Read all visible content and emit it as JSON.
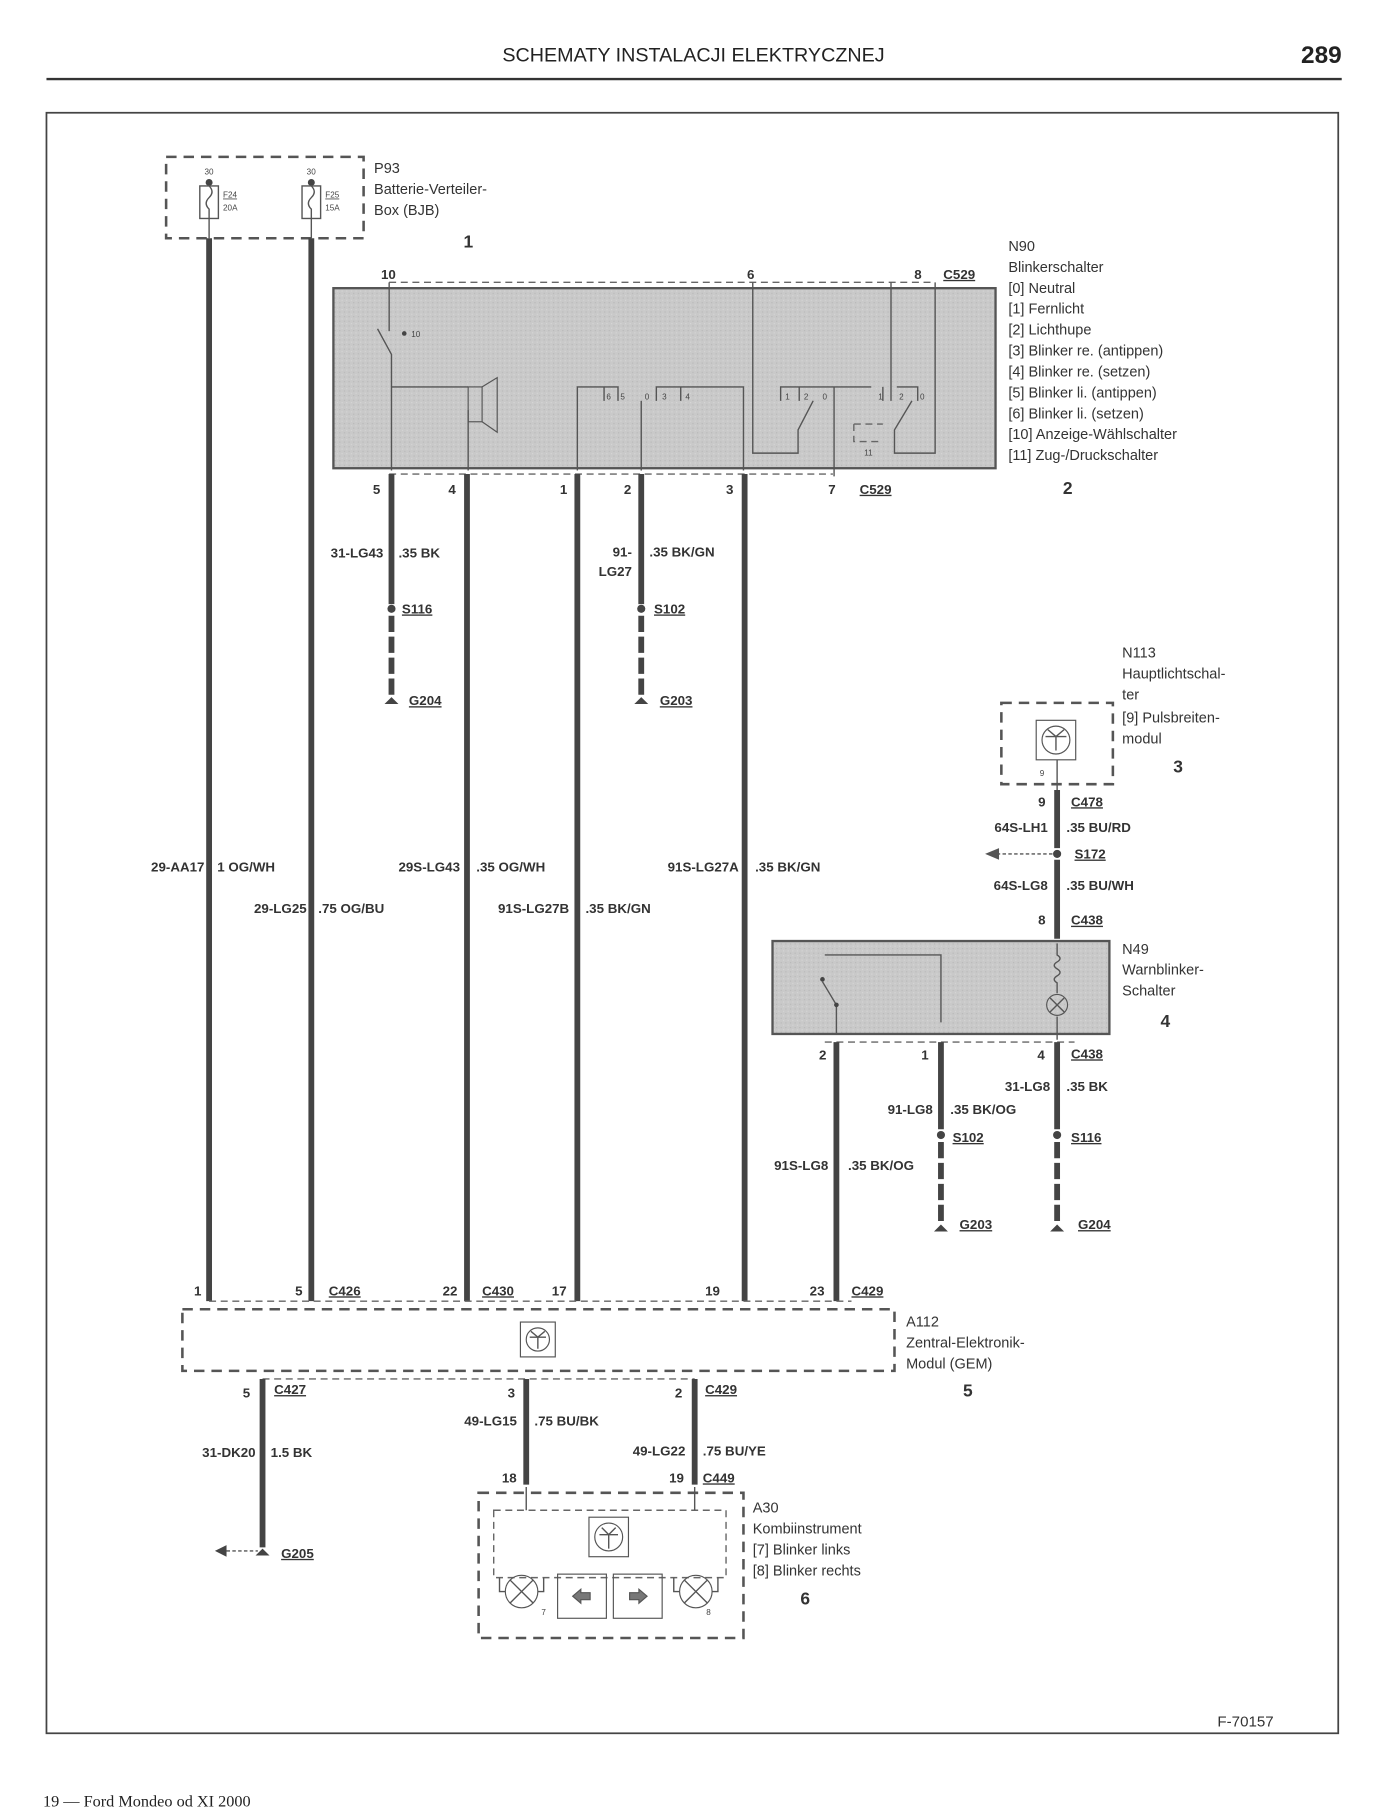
{
  "header": {
    "title": "SCHEMATY INSTALACJI ELEKTRYCZNEJ",
    "page_number": "289"
  },
  "footer": {
    "book": "19 — Ford Mondeo od XI 2000",
    "figure_code": "F-70157"
  },
  "components": {
    "p93": {
      "id": "P93",
      "name_line1": "Batterie-Verteiler-",
      "name_line2": "Box (BJB)",
      "number": "1",
      "fuse1": {
        "pin": "30",
        "name": "F24",
        "rating": "20A"
      },
      "fuse2": {
        "pin": "30",
        "name": "F25",
        "rating": "15A"
      }
    },
    "n90": {
      "id": "N90",
      "name": "Blinkerschalter",
      "number": "2",
      "connector": "C529",
      "legend": [
        "[0] Neutral",
        "[1] Fernlicht",
        "[2] Lichthupe",
        "[3] Blinker re. (antippen)",
        "[4] Blinker re. (setzen)",
        "[5] Blinker li. (antippen)",
        "[6] Blinker li. (setzen)",
        "[10] Anzeige-Wählschalter",
        "[11] Zug-/Druckschalter"
      ],
      "top_pins": [
        "10",
        "6",
        "8"
      ],
      "bottom_pins": [
        "5",
        "4",
        "1",
        "2",
        "3",
        "7"
      ],
      "internal_labels": [
        "10",
        "6",
        "5",
        "0",
        "3",
        "4",
        "1",
        "2",
        "0",
        "1",
        "2",
        "0",
        "11"
      ]
    },
    "n113": {
      "id": "N113",
      "name_line1": "Hauptlichtschal-",
      "name_line2": "ter",
      "legend1": "[9] Pulsbreiten-",
      "legend2": "modul",
      "number": "3",
      "inner_pin": "9"
    },
    "n49": {
      "id": "N49",
      "name_line1": "Warnblinker-",
      "name_line2": "Schalter",
      "number": "4",
      "bottom_pins": [
        "2",
        "1",
        "4"
      ],
      "connector": "C438"
    },
    "a112": {
      "id": "A112",
      "name_line1": "Zentral-Elektronik-",
      "name_line2": "Modul (GEM)",
      "number": "5",
      "top_pins": [
        "1",
        "5",
        "22",
        "17",
        "19",
        "23"
      ],
      "top_connectors": [
        "C426",
        "C430",
        "C429"
      ],
      "bottom_pins": [
        "5",
        "3",
        "2"
      ],
      "bottom_connectors": [
        "C427",
        "C429"
      ]
    },
    "a30": {
      "id": "A30",
      "name": "Kombiinstrument",
      "legend": [
        "[7] Blinker links",
        "[8] Blinker rechts"
      ],
      "number": "6",
      "pins": [
        "18",
        "19"
      ],
      "connector": "C449",
      "lamp_labels": [
        "7",
        "8"
      ]
    }
  },
  "wires": {
    "w1": {
      "circuit": "29-AA17",
      "spec": "1 OG/WH"
    },
    "w2": {
      "circuit": "29-LG25",
      "spec": ".75 OG/BU"
    },
    "w3": {
      "circuit": "31-LG43",
      "spec": ".35 BK",
      "splice": "S116",
      "ground": "G204"
    },
    "w4": {
      "circuit": "29S-LG43",
      "spec": ".35 OG/WH"
    },
    "w5": {
      "circuit": "91S-LG27B",
      "spec": ".35 BK/GN"
    },
    "w6": {
      "circuit_line1": "91-",
      "circuit_line2": "LG27",
      "spec": ".35 BK/GN",
      "splice": "S102",
      "ground": "G203"
    },
    "w7": {
      "circuit": "91S-LG27A",
      "spec": ".35 BK/GN"
    },
    "w8": {
      "pin": "9",
      "connector": "C478",
      "circuit": "64S-LH1",
      "spec": ".35 BU/RD",
      "splice": "S172"
    },
    "w9": {
      "pin": "8",
      "connector": "C438",
      "circuit": "64S-LG8",
      "spec": ".35 BU/WH"
    },
    "w10": {
      "circuit": "31-LG8",
      "spec": ".35 BK",
      "splice": "S116",
      "ground": "G204"
    },
    "w11": {
      "circuit": "91-LG8",
      "spec": ".35 BK/OG",
      "splice": "S102",
      "ground": "G203"
    },
    "w12": {
      "circuit": "91S-LG8",
      "spec": ".35 BK/OG"
    },
    "w13": {
      "circuit": "31-DK20",
      "spec": "1.5 BK",
      "ground": "G205"
    },
    "w14": {
      "circuit": "49-LG15",
      "spec": ".75 BU/BK"
    },
    "w15": {
      "circuit": "49-LG22",
      "spec": ".75 BU/YE"
    }
  }
}
